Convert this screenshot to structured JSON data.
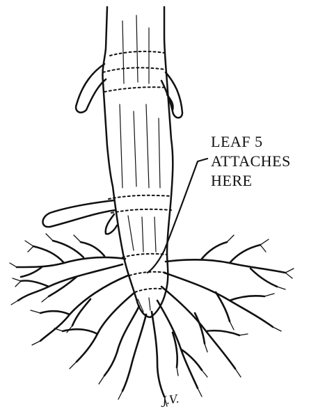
{
  "diagram": {
    "subject": "corn stalk base with roots",
    "callout": {
      "lines": [
        "LEAF 5",
        "ATTACHES",
        "HERE"
      ]
    },
    "signature": "J.V.",
    "colors": {
      "ink": "#111111",
      "paper": "#ffffff"
    }
  }
}
